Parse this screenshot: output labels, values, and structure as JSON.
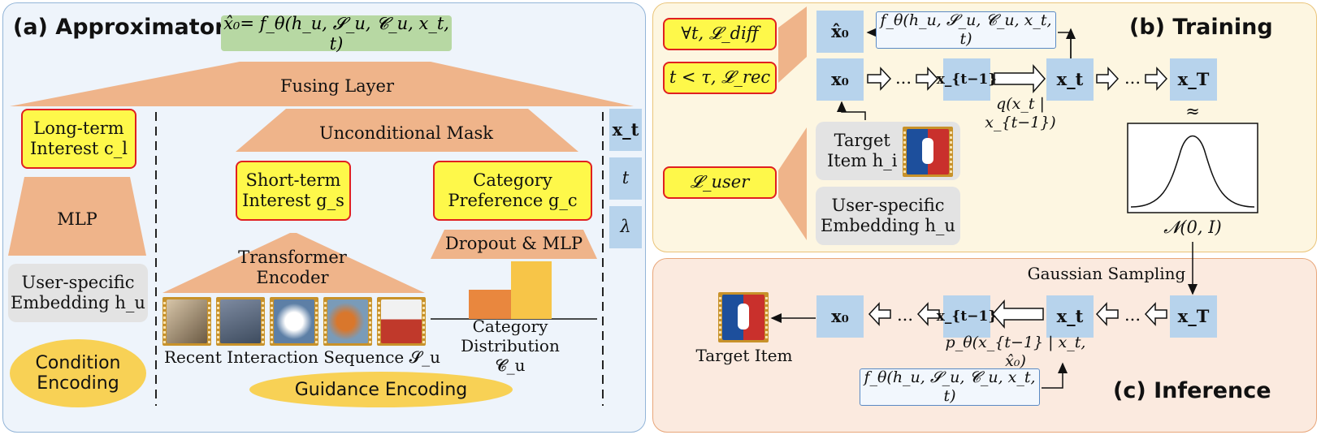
{
  "approximator": {
    "title": "(a) Approximator",
    "formula": "x̂₀= f_θ(h_u, 𝓢_u, 𝓒_u, x_t, t)",
    "fusing_layer": "Fusing Layer",
    "long_term_line1": "Long-term",
    "long_term_line2": "Interest c_l",
    "mlp": "MLP",
    "user_embed_line1": "User-specific",
    "user_embed_line2": "Embedding h_u",
    "condition_encoding_line1": "Condition",
    "condition_encoding_line2": "Encoding",
    "unconditional_mask": "Unconditional Mask",
    "short_term_line1": "Short-term",
    "short_term_line2": "Interest g_s",
    "category_pref_line1": "Category",
    "category_pref_line2": "Preference g_c",
    "transformer_line1": "Transformer",
    "transformer_line2": "Encoder",
    "dropout_mlp": "Dropout & MLP",
    "recent_sequence": "Recent Interaction Sequence 𝓢_u",
    "category_dist_line1": "Category",
    "category_dist_line2": "Distribution 𝓒_u",
    "guidance_encoding": "Guidance Encoding",
    "side_inputs": [
      "x_t",
      "t",
      "λ"
    ]
  },
  "training": {
    "title": "(b) Training",
    "loss_diff": "∀t, 𝓛_diff",
    "loss_rec": "t < τ, 𝓛_rec",
    "loss_user": "𝓛_user",
    "x0_hat": "x̂₀",
    "f_theta": "f_θ(h_u, 𝓢_u, 𝓒_u, x_t, t)",
    "chain": [
      "x₀",
      "x_{t−1}",
      "x_t",
      "x_T"
    ],
    "dots": "...",
    "forward_q": "q(x_t | x_{t−1})",
    "approx": "≈",
    "target_item_line1": "Target",
    "target_item_line2": "Item h_i",
    "user_embed_line1": "User-specific",
    "user_embed_line2": "Embedding h_u",
    "normal": "𝓝(0, I)"
  },
  "inference": {
    "title": "(c) Inference",
    "gaussian_sampling": "Gaussian Sampling",
    "chain": [
      "x₀",
      "x_{t−1}",
      "x_t",
      "x_T"
    ],
    "dots": "...",
    "reverse_p": "p_θ(x_{t−1} | x_t, x̂₀)",
    "f_theta": "f_θ(h_u, 𝓢_u, 𝓒_u, x_t, t)",
    "target_item": "Target Item"
  },
  "colors": {
    "left_panel_bg": "#eef4fb",
    "training_bg": "#fdf6e1",
    "inference_bg": "#fbeadf",
    "peach": "#efb48a",
    "highlight_yellow": "#fef84a",
    "highlight_border": "#e02020",
    "blue_box": "#b7d3ec",
    "pill_yellow": "#f8d155",
    "bar_orange": "#e9873e",
    "bar_yellow": "#f7c548"
  }
}
